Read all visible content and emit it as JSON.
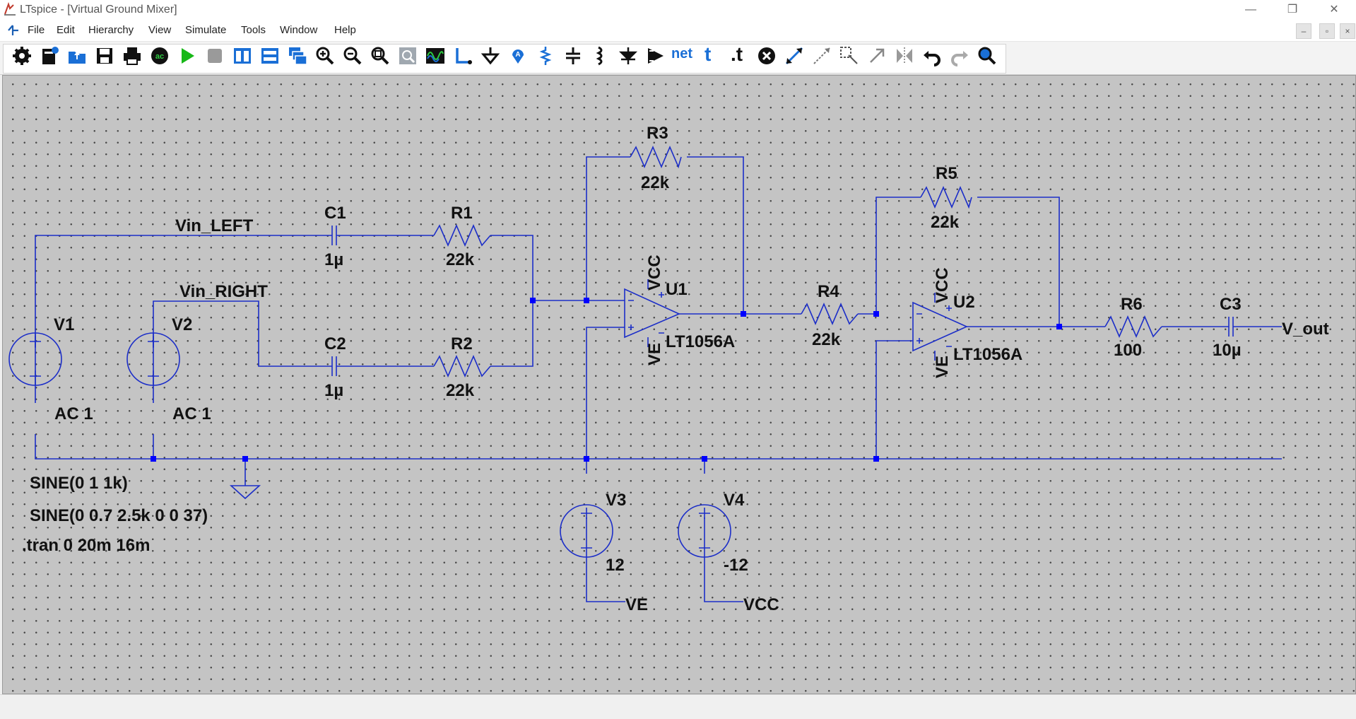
{
  "window": {
    "title": "LTspice - [Virtual Ground Mixer]",
    "minimize": "—",
    "restore": "❐",
    "close": "✕"
  },
  "menu": {
    "items": [
      "File",
      "Edit",
      "Hierarchy",
      "View",
      "Simulate",
      "Tools",
      "Window",
      "Help"
    ],
    "mdi_controls": [
      "–",
      "▫",
      "×"
    ]
  },
  "toolbar": {
    "icons": [
      "gear-icon",
      "new-schematic-icon",
      "open-icon",
      "save-icon",
      "print-icon",
      "ac-analysis-icon",
      "run-icon",
      "halt-icon",
      "tile-vertical-icon",
      "tile-horizontal-icon",
      "cascade-icon",
      "zoom-in-icon",
      "zoom-out-icon",
      "zoom-fit-icon",
      "zoom-back-icon",
      "waveform-icon",
      "wire-icon",
      "ground-icon",
      "label-icon",
      "resistor-icon",
      "capacitor-icon",
      "inductor-icon",
      "diode-icon",
      "component-icon",
      "netname-icon",
      "text-icon",
      "spice-directive-icon",
      "delete-icon",
      "move-icon",
      "drag-icon",
      "duplicate-icon",
      "mirror-icon",
      "rotate-icon",
      "undo-icon",
      "redo-icon",
      "find-icon"
    ],
    "text_buttons": {
      "net": "net",
      "t": "t",
      "dot_t": ".t"
    }
  },
  "schematic": {
    "nets": {
      "vin_left": "Vin_LEFT",
      "vin_right": "Vin_RIGHT",
      "v_out": "V_out",
      "ve": "VE",
      "vcc": "VCC"
    },
    "sources": {
      "v1": {
        "name": "V1",
        "ac": "AC 1",
        "func": "SINE(0 1 1k)"
      },
      "v2": {
        "name": "V2",
        "ac": "AC 1",
        "func": "SINE(0 0.7 2.5k 0 0 37)"
      },
      "v3": {
        "name": "V3",
        "value": "12"
      },
      "v4": {
        "name": "V4",
        "value": "-12"
      }
    },
    "capacitors": {
      "c1": {
        "name": "C1",
        "value": "1µ"
      },
      "c2": {
        "name": "C2",
        "value": "1µ"
      },
      "c3": {
        "name": "C3",
        "value": "10µ"
      }
    },
    "resistors": {
      "r1": {
        "name": "R1",
        "value": "22k"
      },
      "r2": {
        "name": "R2",
        "value": "22k"
      },
      "r3": {
        "name": "R3",
        "value": "22k"
      },
      "r4": {
        "name": "R4",
        "value": "22k"
      },
      "r5": {
        "name": "R5",
        "value": "22k"
      },
      "r6": {
        "name": "R6",
        "value": "100"
      }
    },
    "opamps": {
      "u1": {
        "name": "U1",
        "model": "LT1056A",
        "vcc": "VCC",
        "ve": "VE"
      },
      "u2": {
        "name": "U2",
        "model": "LT1056A",
        "vcc": "VCC",
        "ve": "VE"
      }
    },
    "directive": ".tran 0 20m 16m"
  },
  "colors": {
    "wire": "#1c2ec8",
    "component": "#1c2ec8",
    "background": "#c4c4c4",
    "junction": "#0000ff",
    "text": "#111111"
  }
}
